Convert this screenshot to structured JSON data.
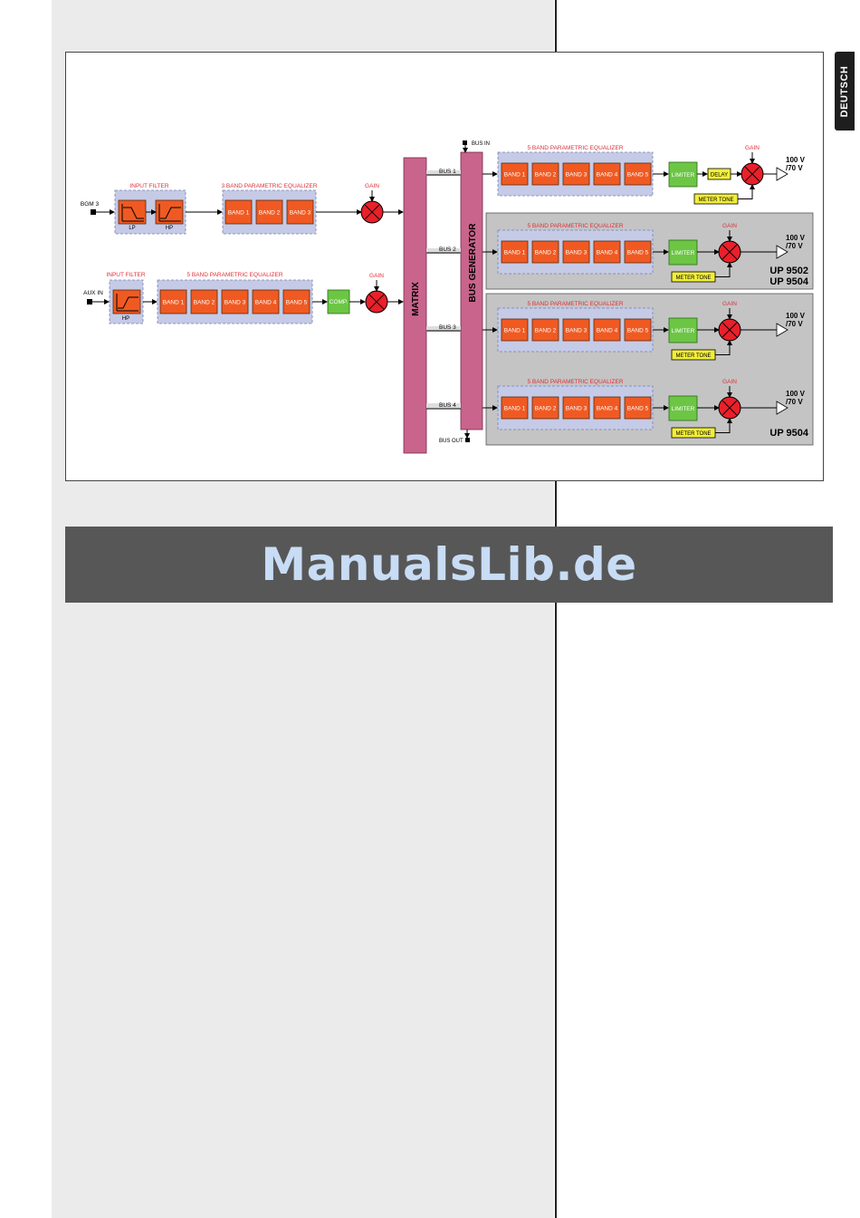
{
  "page": {
    "language_tab": "DEUTSCH",
    "watermark": "ManualsLib.de"
  },
  "diagram": {
    "input_1": {
      "label": "BGM 3",
      "filter_title": "INPUT FILTER",
      "filter_lp": "LP",
      "filter_hp": "HP",
      "eq_title": "3 BAND PARAMETRIC EQUALIZER",
      "bands": [
        "BAND 1",
        "BAND 2",
        "BAND 3"
      ],
      "gain": "GAIN"
    },
    "input_2": {
      "label": "AUX IN",
      "filter_title": "INPUT FILTER",
      "filter_hp": "HP",
      "eq_title": "5 BAND PARAMETRIC EQUALIZER",
      "bands": [
        "BAND 1",
        "BAND 2",
        "BAND 3",
        "BAND 4",
        "BAND 5"
      ],
      "comp": "COMP.",
      "gain": "GAIN"
    },
    "matrix": "MATRIX",
    "bus_generator": "BUS GENERATOR",
    "bus_in": "BUS IN",
    "bus_out": "BUS OUT",
    "buses": [
      "BUS 1",
      "BUS 2",
      "BUS 3",
      "BUS 4"
    ],
    "output_eq_title": "5 BAND PARAMETRIC EQUALIZER",
    "output_bands": [
      "BAND 1",
      "BAND 2",
      "BAND 3",
      "BAND 4",
      "BAND 5"
    ],
    "limiter": "LIMITER",
    "delay": "DELAY",
    "meter_tone": "METER TONE",
    "gain": "GAIN",
    "voltage_1": "100 V",
    "voltage_2": "/70 V",
    "model_labels": {
      "group_a_line1": "UP 9502",
      "group_a_line2": "UP 9504",
      "group_b": "UP 9504"
    },
    "colors": {
      "band": "#f05a22",
      "eq_panel": "#c5cbe6",
      "limiter": "#6cc644",
      "yellow_box": "#f2ee3a",
      "gain_circle": "#e8202a",
      "matrix_bar": "#c9648c",
      "title_red": "#e0303a",
      "gray_panel": "#c4c4c4"
    }
  }
}
